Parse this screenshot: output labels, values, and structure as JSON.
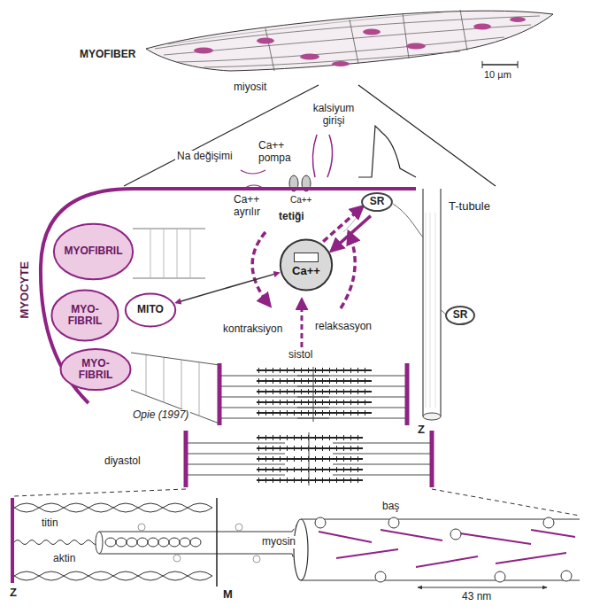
{
  "diagram": {
    "nodes": [
      {
        "text": [
          "SR"
        ]
      },
      {
        "text": [
          "MYOFIBRIL"
        ]
      },
      {
        "text": [
          "Ca++"
        ]
      },
      {
        "text": [
          "MITO"
        ]
      },
      {
        "text": [
          "MYO-FIBRIL"
        ]
      },
      {
        "text": [
          "SR"
        ]
      },
      {
        "text": [
          "MYO-FIBRIL"
        ]
      }
    ],
    "edges": [
      {
        "from": 3,
        "to": 2,
        "arrow": "both"
      },
      {
        "from": 0,
        "to": 2,
        "arrow": "to"
      },
      {
        "from": 2,
        "to": 0,
        "arrow": "to"
      }
    ],
    "labels": [
      "MYOFIBER",
      "miyosit",
      "10 µm",
      "kalsiyum girişi",
      "Na değişimi",
      "Ca++ pompa",
      "Ca++ ayrılır",
      "Ca++",
      "tetiği",
      "T-tubule",
      "MYOCYTE",
      "kontraksiyon",
      "relaksasyon",
      "sistol",
      "Z",
      "Opie (1997)",
      "diyastol",
      "Z",
      "titin",
      "aktin",
      "M",
      "myosin",
      "baş",
      "43 nm"
    ]
  }
}
